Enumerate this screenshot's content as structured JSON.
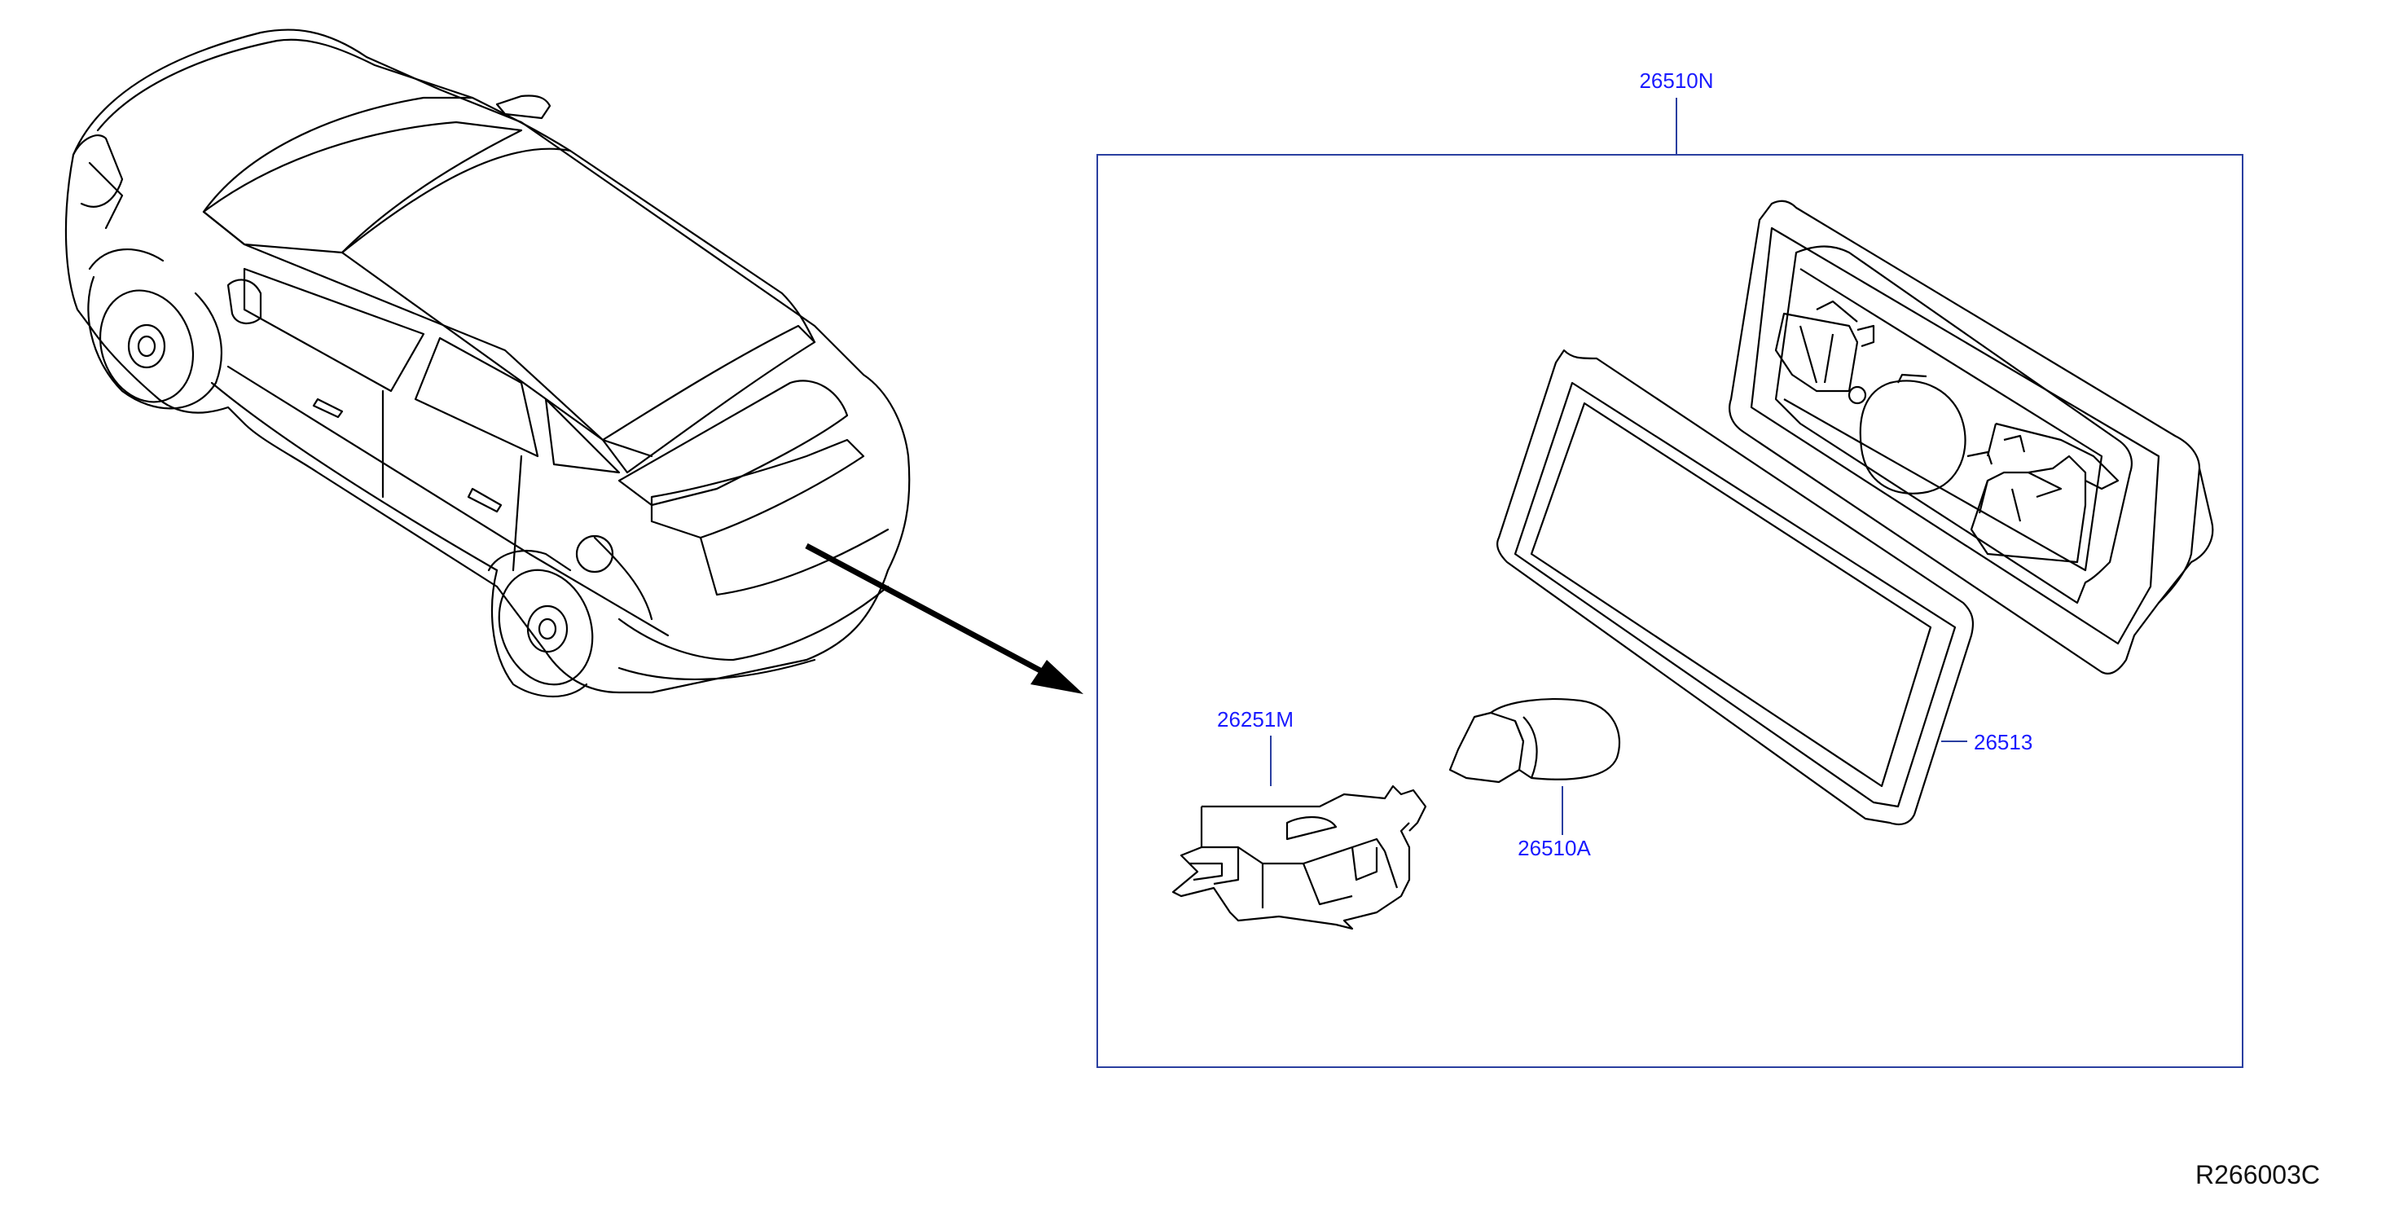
{
  "parts": {
    "assembly": "26510N",
    "socket": "26251M",
    "bulb": "26510A",
    "lens": "26513"
  },
  "reference_code": "R266003C",
  "colors": {
    "label": "#1a1aff",
    "leader": "#2a3fa0",
    "frame": "#2a3fa0",
    "line": "#000000"
  }
}
